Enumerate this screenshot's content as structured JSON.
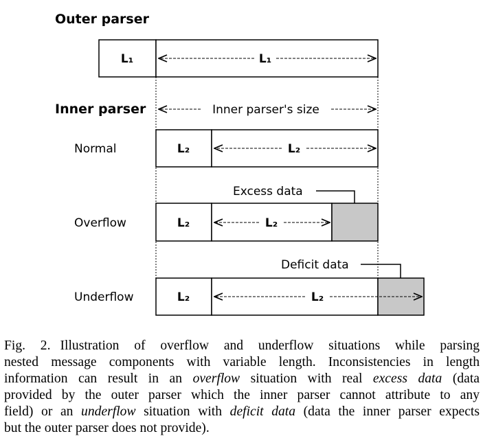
{
  "colors": {
    "stroke": "#000000",
    "extra_fill": "#c8c8c8",
    "background": "#ffffff"
  },
  "headings": {
    "outer": "Outer parser",
    "inner": "Inner parser"
  },
  "outer_row": {
    "box_label": "L₁",
    "span_label": "L₁"
  },
  "inner_size_label": "Inner parser's size",
  "rows": {
    "normal": {
      "label": "Normal",
      "box_label": "L₂",
      "span_label": "L₂"
    },
    "overflow": {
      "label": "Overflow",
      "box_label": "L₂",
      "span_label": "L₂",
      "callout": "Excess data"
    },
    "underflow": {
      "label": "Underflow",
      "box_label": "L₂",
      "span_label": "L₂",
      "callout": "Deficit data"
    }
  },
  "caption": {
    "fig_label": "Fig. 2.",
    "line1": "Illustration of overflow and underflow situations while parsing",
    "line2": "nested message components with variable length. Inconsistencies in length",
    "line3_a": "information can result in an ",
    "line3_em1": "overflow",
    "line3_b": " situation with real ",
    "line3_em2": "excess data",
    "line3_c": " (data",
    "line4": "provided by the outer parser which the inner parser cannot attribute to any",
    "line5_a": "field) or an ",
    "line5_em1": "underflow",
    "line5_b": " situation with ",
    "line5_em2": "deficit data",
    "line5_c": " (data the inner parser expects",
    "line6": "but the outer parser does not provide)."
  }
}
